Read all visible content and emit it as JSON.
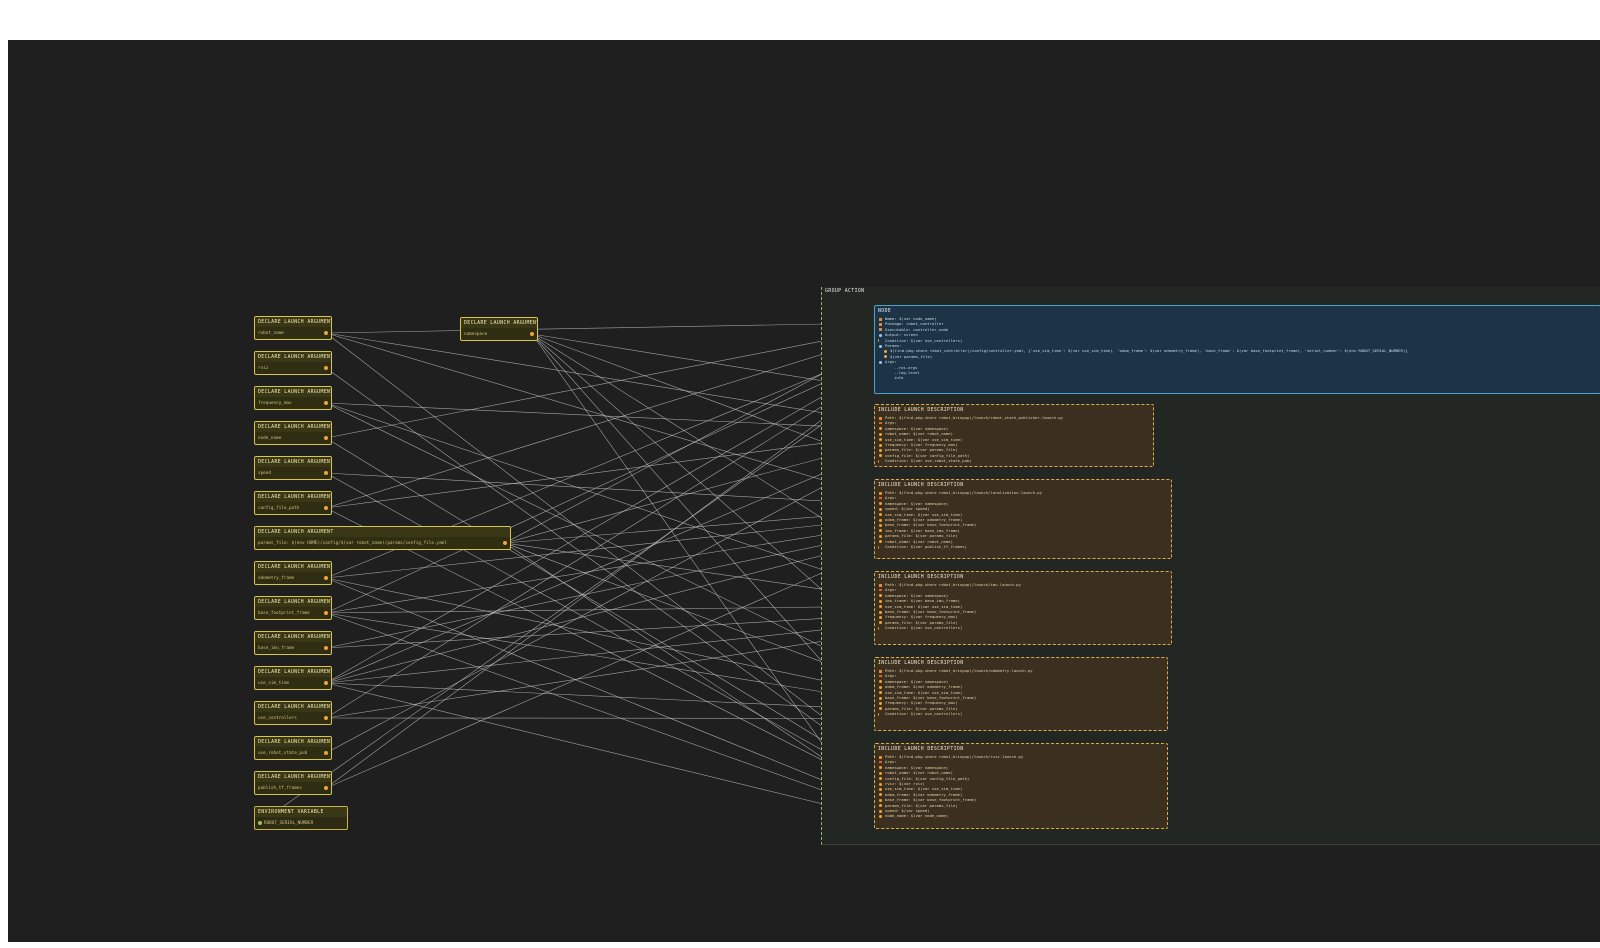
{
  "launch_arguments": [
    {
      "header": "DECLARE LAUNCH ARGUMENT",
      "name": "robot_name"
    },
    {
      "header": "DECLARE LAUNCH ARGUMENT",
      "name": "rviz"
    },
    {
      "header": "DECLARE LAUNCH ARGUMENT",
      "name": "frequency_max"
    },
    {
      "header": "DECLARE LAUNCH ARGUMENT",
      "name": "node_name"
    },
    {
      "header": "DECLARE LAUNCH ARGUMENT",
      "name": "speed"
    },
    {
      "header": "DECLARE LAUNCH ARGUMENT",
      "name": "config_file_path"
    },
    {
      "header": "DECLARE LAUNCH ARGUMENT",
      "name": "params_file: $(env HOME)/config/$(var robot_name)/params/config_file.yaml"
    },
    {
      "header": "DECLARE LAUNCH ARGUMENT",
      "name": "odometry_frame"
    },
    {
      "header": "DECLARE LAUNCH ARGUMENT",
      "name": "base_footprint_frame"
    },
    {
      "header": "DECLARE LAUNCH ARGUMENT",
      "name": "base_imu_frame"
    },
    {
      "header": "DECLARE LAUNCH ARGUMENT",
      "name": "use_sim_time"
    },
    {
      "header": "DECLARE LAUNCH ARGUMENT",
      "name": "use_controllers"
    },
    {
      "header": "DECLARE LAUNCH ARGUMENT",
      "name": "use_robot_state_pub"
    },
    {
      "header": "DECLARE LAUNCH ARGUMENT",
      "name": "publish_tf_frames"
    }
  ],
  "namespace_argument": {
    "header": "DECLARE LAUNCH ARGUMENT",
    "name": "namespace"
  },
  "environment_variable": {
    "header": "ENVIRONMENT VARIABLE",
    "name": "ROBOT_SERIAL_NUMBER"
  },
  "group": {
    "title": "GROUP ACTION"
  },
  "main_node": {
    "title": "NODE",
    "lines": [
      "Name: $(var node_name)",
      "Package: robot_controller",
      "Executable: controller_node",
      "Output: screen",
      "Condition: $(var use_controllers)",
      "Params:",
      "$(find-pkg-share robot_controller)/config/controller.yaml, {'use_sim_time': $(var use_sim_time), 'odom_frame': $(var odometry_frame), 'base_frame': $(var base_footprint_frame), 'serial_number': $(env ROBOT_SERIAL_NUMBER)}",
      "$(var params_file)",
      "Args:",
      "--ros-args",
      "--log-level",
      "info"
    ]
  },
  "launch_descriptions": [
    {
      "title": "INCLUDE LAUNCH DESCRIPTION",
      "lines": [
        "Path: $(find-pkg-share robot_bringup)/launch/robot_state_publisher.launch.py",
        "Args:",
        "namespace: $(var namespace)",
        "robot_name: $(var robot_name)",
        "use_sim_time: $(var use_sim_time)",
        "frequency: $(var frequency_max)",
        "params_file: $(var params_file)",
        "config_file: $(var config_file_path)",
        "Condition: $(var use_robot_state_pub)"
      ]
    },
    {
      "title": "INCLUDE LAUNCH DESCRIPTION",
      "lines": [
        "Path: $(find-pkg-share robot_bringup)/launch/localization.launch.py",
        "Args:",
        "namespace: $(var namespace)",
        "speed: $(var speed)",
        "use_sim_time: $(var use_sim_time)",
        "odom_frame: $(var odometry_frame)",
        "base_frame: $(var base_footprint_frame)",
        "imu_frame: $(var base_imu_frame)",
        "params_file: $(var params_file)",
        "robot_name: $(var robot_name)",
        "Condition: $(var publish_tf_frames)"
      ]
    },
    {
      "title": "INCLUDE LAUNCH DESCRIPTION",
      "lines": [
        "Path: $(find-pkg-share robot_bringup)/launch/imu.launch.py",
        "Args:",
        "namespace: $(var namespace)",
        "imu_frame: $(var base_imu_frame)",
        "use_sim_time: $(var use_sim_time)",
        "base_frame: $(var base_footprint_frame)",
        "frequency: $(var frequency_max)",
        "params_file: $(var params_file)",
        "Condition: $(var use_controllers)"
      ]
    },
    {
      "title": "INCLUDE LAUNCH DESCRIPTION",
      "lines": [
        "Path: $(find-pkg-share robot_bringup)/launch/odometry.launch.py",
        "Args:",
        "namespace: $(var namespace)",
        "odom_frame: $(var odometry_frame)",
        "use_sim_time: $(var use_sim_time)",
        "base_frame: $(var base_footprint_frame)",
        "frequency: $(var frequency_max)",
        "params_file: $(var params_file)",
        "Condition: $(var use_controllers)"
      ]
    },
    {
      "title": "INCLUDE LAUNCH DESCRIPTION",
      "lines": [
        "Path: $(find-pkg-share robot_bringup)/launch/rviz.launch.py",
        "Args:",
        "namespace: $(var namespace)",
        "robot_name: $(var robot_name)",
        "config_file: $(var config_file_path)",
        "rviz: $(var rviz)",
        "use_sim_time: $(var use_sim_time)",
        "odom_frame: $(var odometry_frame)",
        "base_frame: $(var base_footprint_frame)",
        "params_file: $(var params_file)",
        "speed: $(var speed)",
        "node_name: $(var node_name)"
      ]
    }
  ]
}
